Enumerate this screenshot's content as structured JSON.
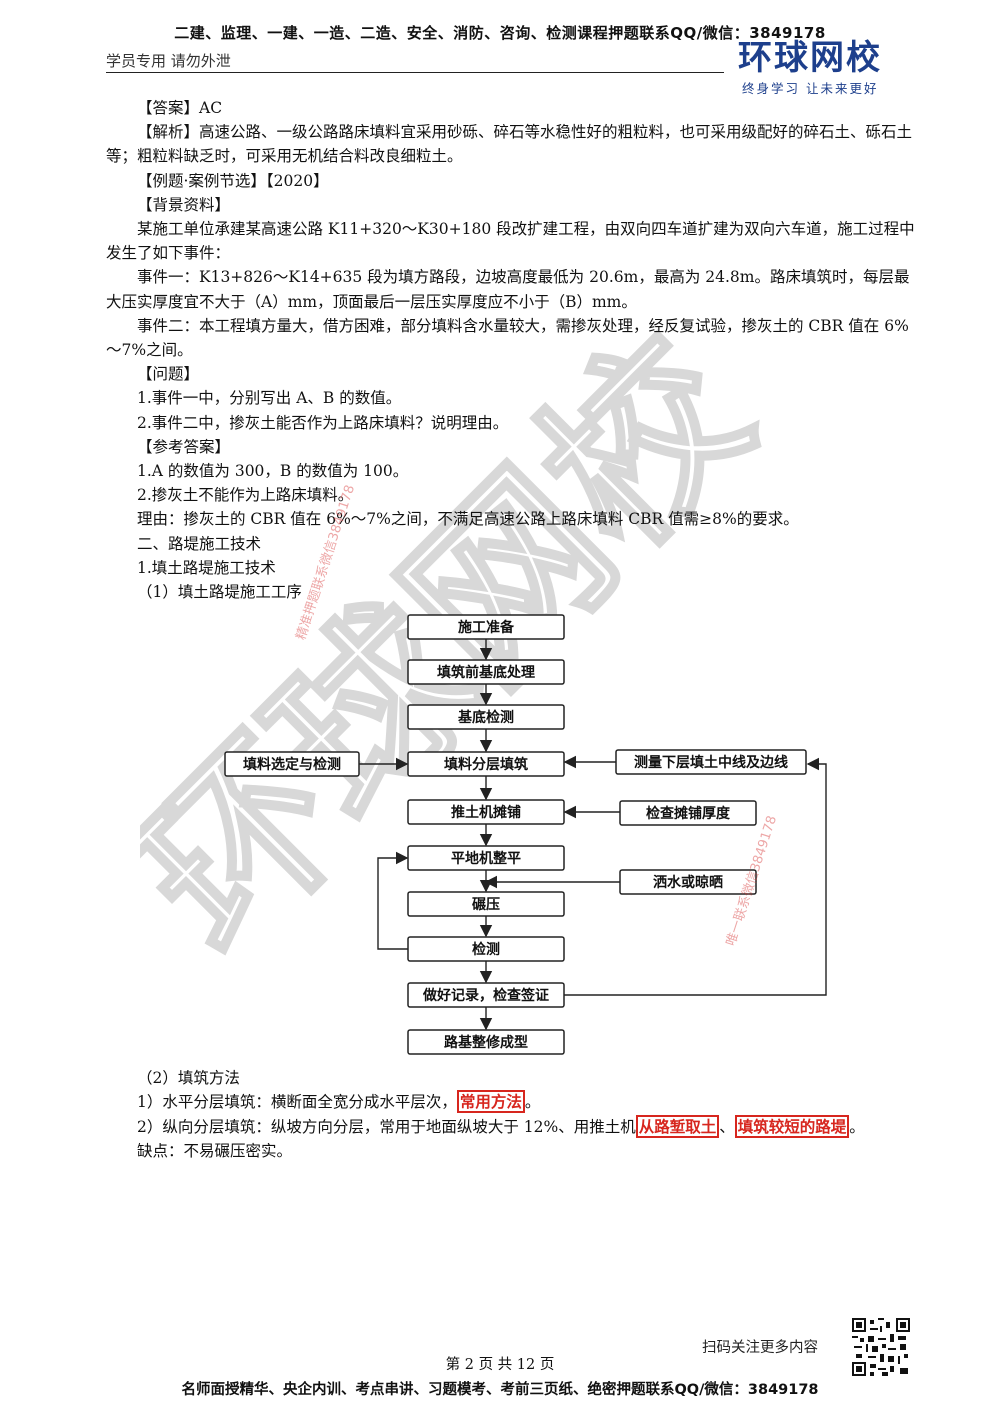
{
  "header": {
    "top_banner": "二建、监理、一建、一造、二造、安全、消防、咨询、检测课程押题联系QQ/微信：3849178",
    "left_note": "学员专用 请勿外泄",
    "logo_name": "环球网校",
    "logo_slogan": "终身学习  让未来更好"
  },
  "body": {
    "p1": "【答案】AC",
    "p2": "【解析】高速公路、一级公路路床填料宜采用砂砾、碎石等水稳性好的粗粒料，也可采用级配好的碎石土、砾石土等；粗粒料缺乏时，可采用无机结合料改良细粒土。",
    "p3": "【例题·案例节选】【2020】",
    "p4": "【背景资料】",
    "p5": "某施工单位承建某高速公路 K11+320～K30+180 段改扩建工程，由双向四车道扩建为双向六车道，施工过程中发生了如下事件：",
    "p6": "事件一：K13+826～K14+635 段为填方路段，边坡高度最低为 20.6m，最高为 24.8m。路床填筑时，每层最大压实厚度宜不大于（A）mm，顶面最后一层压实厚度应不小于（B）mm。",
    "p7": "事件二：本工程填方量大，借方困难，部分填料含水量较大，需掺灰处理，经反复试验，掺灰土的 CBR 值在 6%～7%之间。",
    "p8": "【问题】",
    "p9": "1.事件一中，分别写出 A、B 的数值。",
    "p10": "2.事件二中，掺灰土能否作为上路床填料？说明理由。",
    "p11": "【参考答案】",
    "p12": "1.A 的数值为 300，B 的数值为 100。",
    "p13": "2.掺灰土不能作为上路床填料。",
    "p14": "理由：掺灰土的 CBR 值在 6%～7%之间，不满足高速公路上路床填料 CBR 值需≥8%的要求。",
    "p15": "二、路堤施工技术",
    "p16": "1.填土路堤施工技术",
    "p17": "（1）填土路堤施工工序",
    "p18": "（2）填筑方法",
    "p19_a": "1）水平分层填筑：横断面全宽分成水平层次，",
    "p19_hl": "常用方法",
    "p19_b": "。",
    "p20_a": "2）纵向分层填筑：纵坡方向分层，常用于地面纵坡大于 12%、用推土机",
    "p20_hl1": "从路堑取土",
    "p20_sep": "、",
    "p20_hl2": "填筑较短的路堤",
    "p20_b": "。",
    "p21": "缺点：不易碾压密实。"
  },
  "flowchart": {
    "n1": "施工准备",
    "n2": "填筑前基底处理",
    "n3": "基底检测",
    "n4": "填料分层填筑",
    "n5": "推土机摊铺",
    "n6": "平地机整平",
    "n7": "碾压",
    "n8": "检测",
    "n9": "做好记录，检查签证",
    "n10": "路基整修成型",
    "s1": "填料选定与检测",
    "s2": "测量下层填土中线及边线",
    "s3": "检查摊铺厚度",
    "s4": "洒水或晾晒"
  },
  "watermark": {
    "big": "环球网校",
    "small1": "精准押题联系微信3849178",
    "small2": "唯一联系微信3849178"
  },
  "footer": {
    "qr_caption": "扫码关注更多内容",
    "page": "第 2 页 共 12 页",
    "banner": "名师面授精华、央企内训、考点串讲、习题模考、考前三页纸、绝密押题联系QQ/微信：3849178"
  }
}
